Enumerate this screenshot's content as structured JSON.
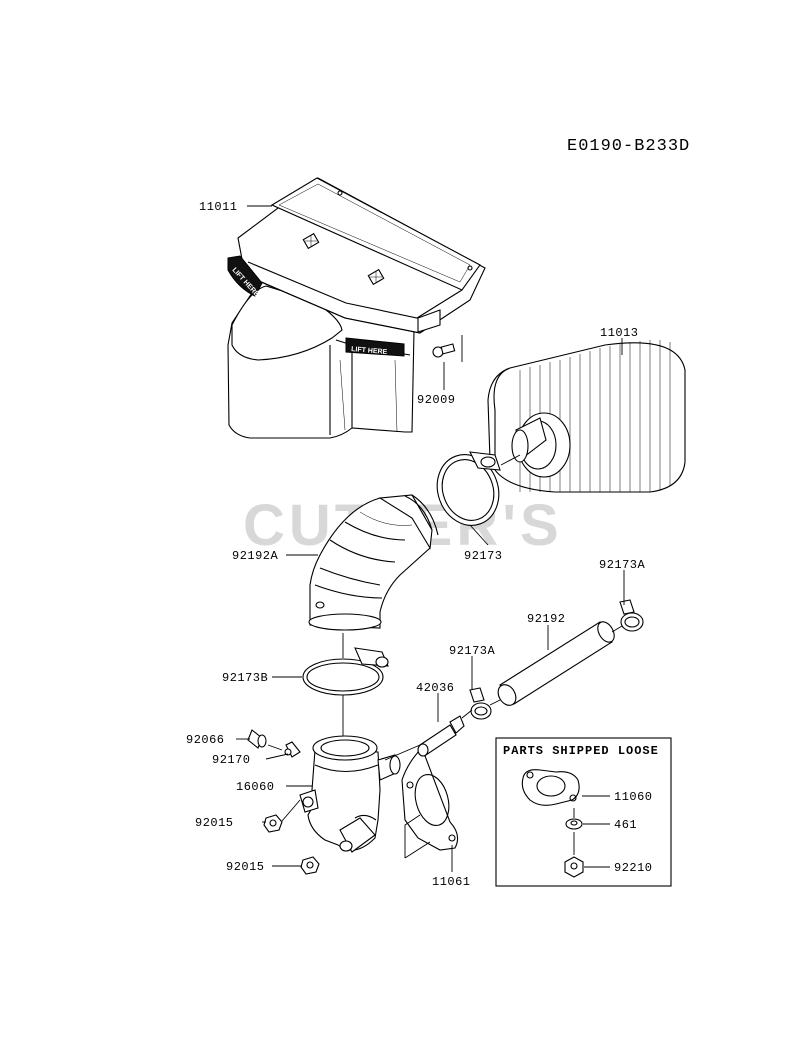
{
  "diagram_code": "E0190-B233D",
  "watermark": "CUTLER'S",
  "lift_here_label": "LIFT HERE",
  "parts_box_title": "PARTS SHIPPED LOOSE",
  "labels": {
    "p11011": "11011",
    "p11013": "11013",
    "p92009": "92009",
    "p92173": "92173",
    "p92192A": "92192A",
    "p92173A_top": "92173A",
    "p92192": "92192",
    "p92173A_mid": "92173A",
    "p92173B": "92173B",
    "p42036": "42036",
    "p92066": "92066",
    "p92170": "92170",
    "p16060": "16060",
    "p92015_a": "92015",
    "p92015_b": "92015",
    "p11061": "11061",
    "p11060": "11060",
    "p461": "461",
    "p92210": "92210"
  }
}
